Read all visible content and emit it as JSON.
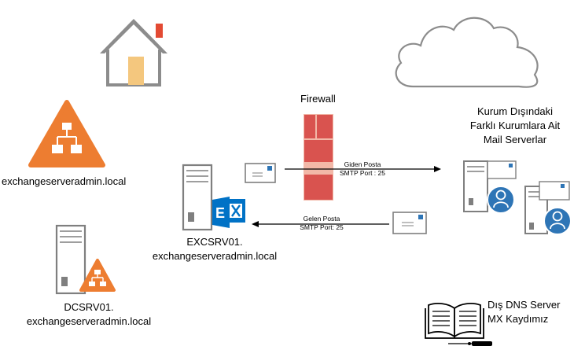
{
  "firewall": {
    "label": "Firewall"
  },
  "domain_node": {
    "label": "exchangeserveradmin.local"
  },
  "dc_server": {
    "line1": "DCSRV01.",
    "line2": "exchangeserveradmin.local"
  },
  "exchange_server": {
    "line1": "EXCSRV01.",
    "line2": "exchangeserveradmin.local"
  },
  "external_servers": {
    "line1": "Kurum Dışındaki",
    "line2": "Farklı Kurumlara Ait",
    "line3": "Mail Serverlar"
  },
  "outgoing": {
    "line1": "Giden Posta",
    "line2": "SMTP Port : 25"
  },
  "incoming": {
    "line1": "Gelen Posta",
    "line2": "SMTP Port: 25"
  },
  "dns": {
    "line1": "Dış DNS Server",
    "line2": "MX Kaydımız"
  },
  "colors": {
    "orange": "#ED7D31",
    "firewall_brick": "#D9534F",
    "firewall_mortar": "#F2B8A8",
    "gray_line": "#7F7F7F",
    "blue": "#2E75B6",
    "exchange_blue": "#0072C6",
    "door": "#F4C77E",
    "chimney": "#E34A33"
  }
}
